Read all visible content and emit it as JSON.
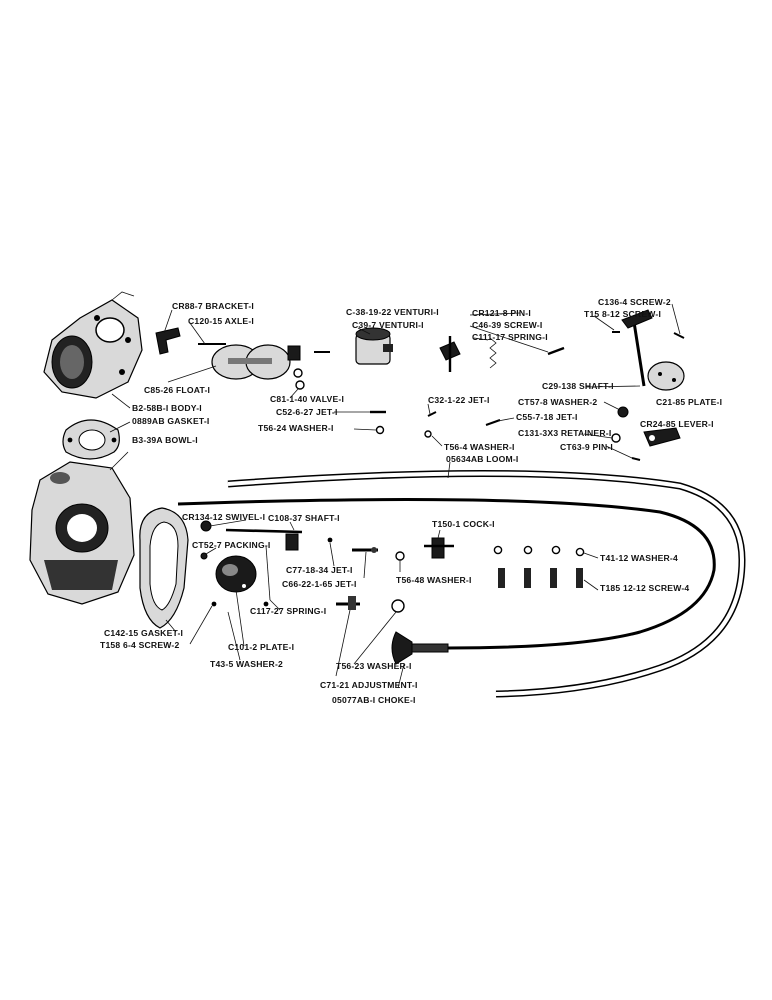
{
  "labels": [
    {
      "id": "bracket",
      "text": "CR88-7 BRACKET-I"
    },
    {
      "id": "axle",
      "text": "C120-15 AXLE-I"
    },
    {
      "id": "float",
      "text": "C85-26 FLOAT-I"
    },
    {
      "id": "body",
      "text": "B2-58B-I BODY-I"
    },
    {
      "id": "gasket_bowl",
      "text": "0889AB GASKET-I"
    },
    {
      "id": "bowl",
      "text": "B3-39A BOWL-I"
    },
    {
      "id": "venturi_a",
      "text": "C-38-19-22 VENTURI-I"
    },
    {
      "id": "venturi_b",
      "text": "C39-7 VENTURI-I"
    },
    {
      "id": "valve",
      "text": "C81-1-40 VALVE-I"
    },
    {
      "id": "jet_c52",
      "text": "C52-6-27 JET-I"
    },
    {
      "id": "washer_t56_24",
      "text": "T56-24 WASHER-I"
    },
    {
      "id": "pin_cr121",
      "text": "CR121-8 PIN-I"
    },
    {
      "id": "screw_c46",
      "text": "C46-39 SCREW-I"
    },
    {
      "id": "spring_c111",
      "text": "C111-17 SPRING-I"
    },
    {
      "id": "screw_c136",
      "text": "C136-4 SCREW-2"
    },
    {
      "id": "screw_t15",
      "text": "T15 8-12 SCREW-I"
    },
    {
      "id": "shaft_c29",
      "text": "C29-138 SHAFT-I"
    },
    {
      "id": "washer_ct57",
      "text": "CT57-8 WASHER-2"
    },
    {
      "id": "plate_c21",
      "text": "C21-85 PLATE-I"
    },
    {
      "id": "jet_c32",
      "text": "C32-1-22 JET-I"
    },
    {
      "id": "jet_c55",
      "text": "C55-7-18 JET-I"
    },
    {
      "id": "retainer",
      "text": "C131-3X3 RETAINER-I"
    },
    {
      "id": "lever",
      "text": "CR24-85 LEVER-I"
    },
    {
      "id": "washer_t56_4",
      "text": "T56-4 WASHER-I"
    },
    {
      "id": "pin_ct63",
      "text": "CT63-9 PIN-I"
    },
    {
      "id": "loom",
      "text": "05634AB LOOM-I"
    },
    {
      "id": "swivel",
      "text": "CR134-12 SWIVEL-I"
    },
    {
      "id": "shaft_c108",
      "text": "C108-37 SHAFT-I"
    },
    {
      "id": "packing",
      "text": "CT52-7 PACKING-I"
    },
    {
      "id": "cock",
      "text": "T150-1 COCK-I"
    },
    {
      "id": "jet_c77",
      "text": "C77-18-34 JET-I"
    },
    {
      "id": "jet_c66",
      "text": "C66-22-1-65 JET-I"
    },
    {
      "id": "washer_t56_48",
      "text": "T56-48 WASHER-I"
    },
    {
      "id": "washer_t41",
      "text": "T41-12 WASHER-4"
    },
    {
      "id": "screw_t185",
      "text": "T185 12-12 SCREW-4"
    },
    {
      "id": "spring_c117",
      "text": "C117-27 SPRING-I"
    },
    {
      "id": "gasket_c142",
      "text": "C142-15 GASKET-I"
    },
    {
      "id": "screw_t158",
      "text": "T158 6-4 SCREW-2"
    },
    {
      "id": "plate_c101",
      "text": "C101-2 PLATE-I"
    },
    {
      "id": "washer_t43",
      "text": "T43-5 WASHER-2"
    },
    {
      "id": "washer_t56_23",
      "text": "T56-23 WASHER-I"
    },
    {
      "id": "adjustment",
      "text": "C71-21 ADJUSTMENT-I"
    },
    {
      "id": "choke",
      "text": "05077AB-I CHOKE-I"
    }
  ]
}
